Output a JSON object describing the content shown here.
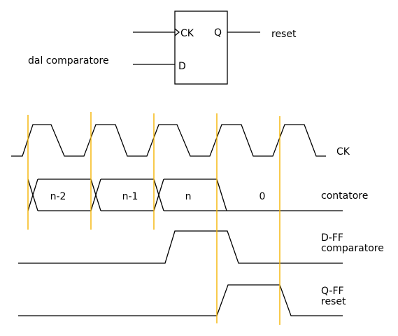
{
  "flipflop": {
    "clock_pin": "CK",
    "data_pin": "D",
    "output_pin": "Q",
    "input_label": "dal comparatore",
    "output_label": "reset"
  },
  "signals": {
    "ck": "CK",
    "counter": "contatore",
    "dff_line1": "D-FF",
    "dff_line2": "comparatore",
    "qff_line1": "Q-FF",
    "qff_line2": "reset"
  },
  "counter_values": [
    "n-2",
    "n-1",
    "n",
    "0"
  ],
  "colors": {
    "line": "#000000",
    "clock_edge_marker": "#f5b400"
  }
}
